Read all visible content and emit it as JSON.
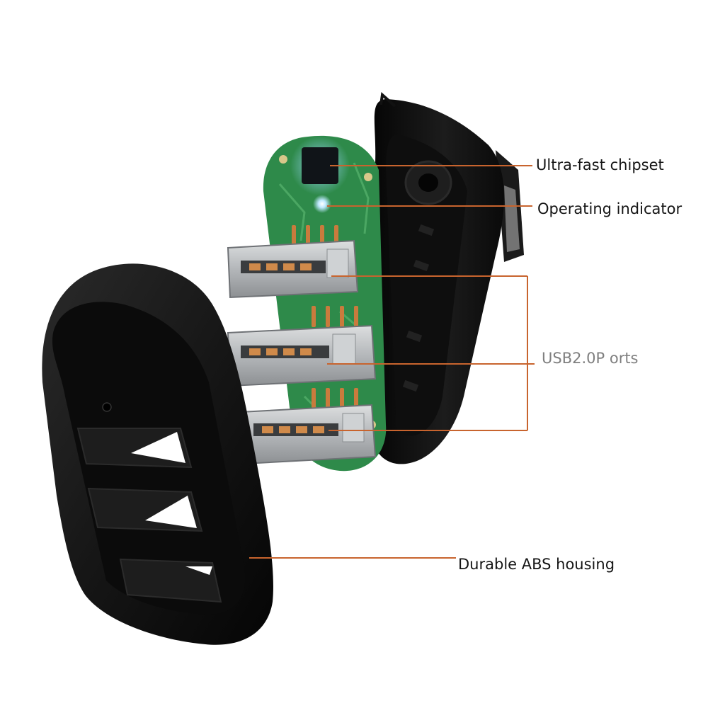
{
  "colors": {
    "leader_line": "#c8642e",
    "housing": "#141414",
    "pcb": "#2e8a4a",
    "usb_metal": "#b9bcbf"
  },
  "callouts": {
    "chipset": "Ultra-fast chipset",
    "indicator": "Operating indicator",
    "ports": "USB2.0P orts",
    "housing": "Durable ABS housing"
  }
}
